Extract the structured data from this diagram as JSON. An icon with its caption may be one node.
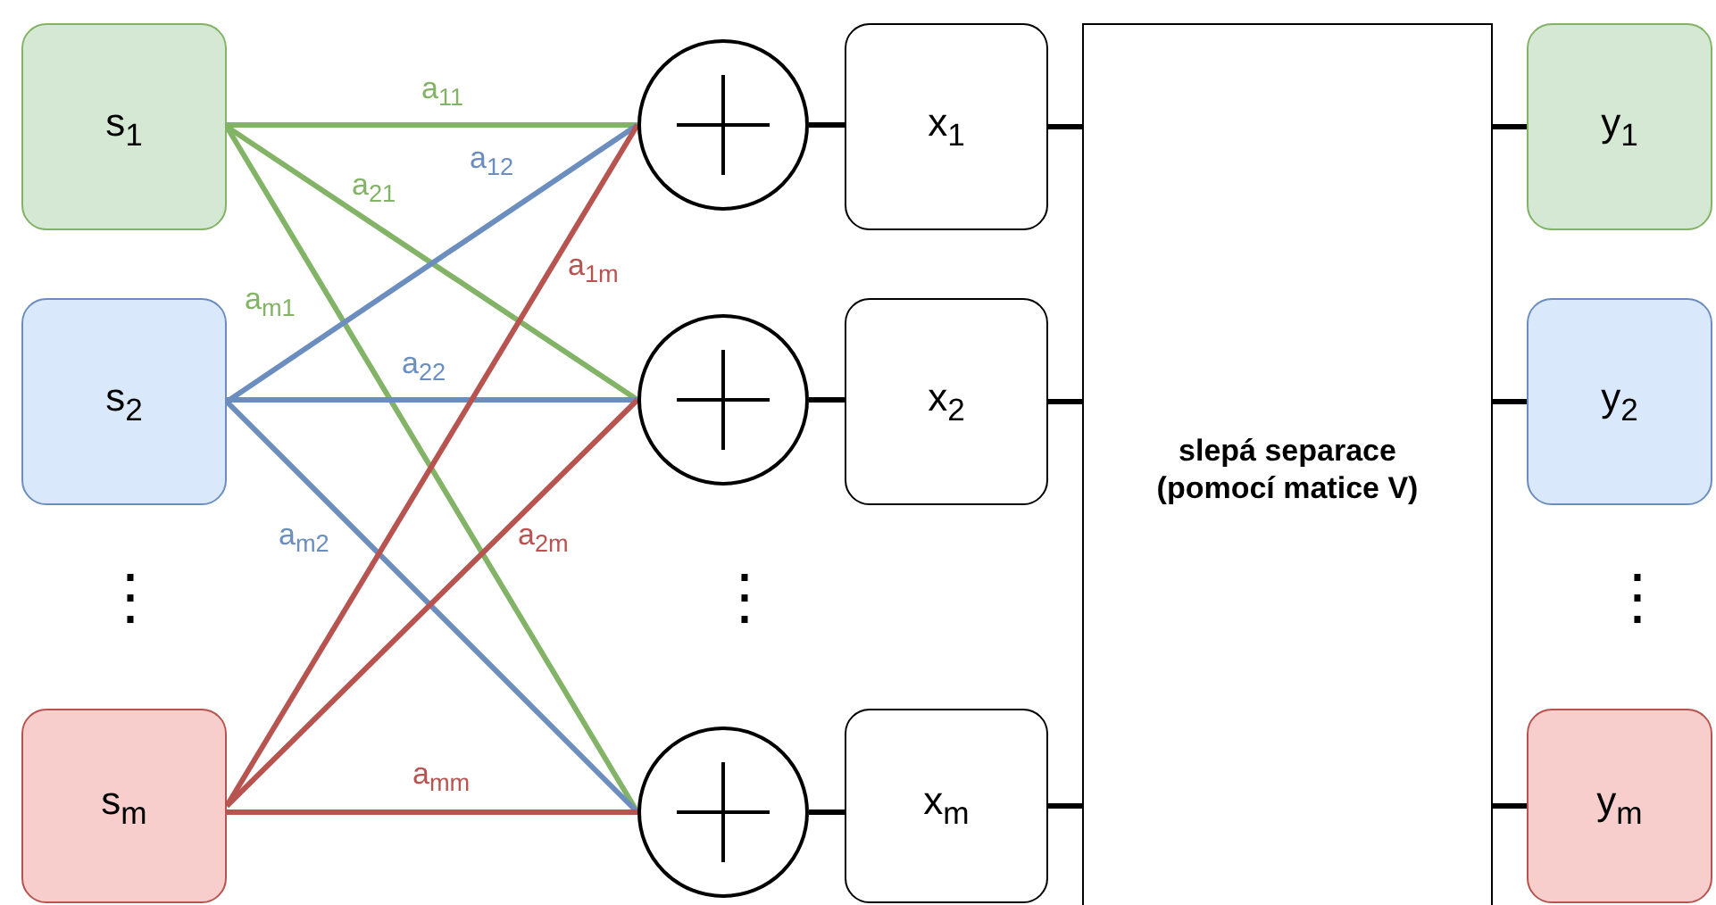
{
  "diagram": {
    "nodes": [
      {
        "text": [
          "s$_{1}$"
        ]
      },
      {
        "text": [
          "s$_{2}$"
        ]
      },
      {
        "text": [
          "s$_{m}$"
        ]
      },
      {
        "text": [],
        "shape": "circle"
      },
      {
        "text": [],
        "shape": "circle"
      },
      {
        "text": [],
        "shape": "circle"
      },
      {
        "text": [
          "x$_{1}$"
        ]
      },
      {
        "text": [
          "x$_{2}$"
        ]
      },
      {
        "text": [
          "x$_{m}$"
        ]
      },
      {
        "text": [
          "slepá separace (pomocí matice V)"
        ]
      },
      {
        "text": [
          "y$_{1}$"
        ]
      },
      {
        "text": [
          "y$_{2}$"
        ]
      },
      {
        "text": [
          "y$_{m}$"
        ]
      }
    ],
    "edges": [
      {
        "from": 0,
        "to": 3,
        "arrow": "none",
        "label": "a$_{11}$",
        "color": "#82b366"
      },
      {
        "from": 0,
        "to": 4,
        "arrow": "none",
        "label": "a$_{21}$",
        "color": "#82b366"
      },
      {
        "from": 0,
        "to": 5,
        "arrow": "none",
        "label": "a$_{m1}$",
        "color": "#82b366"
      },
      {
        "from": 1,
        "to": 3,
        "arrow": "none",
        "label": "a$_{12}$",
        "color": "#6c8ebf"
      },
      {
        "from": 1,
        "to": 4,
        "arrow": "none",
        "label": "a$_{22}$",
        "color": "#6c8ebf"
      },
      {
        "from": 1,
        "to": 5,
        "arrow": "none",
        "label": "a$_{m2}$",
        "color": "#6c8ebf"
      },
      {
        "from": 2,
        "to": 3,
        "arrow": "none",
        "label": "a$_{1m}$",
        "color": "#b85450"
      },
      {
        "from": 2,
        "to": 4,
        "arrow": "none",
        "label": "a$_{2m}$",
        "color": "#b85450"
      },
      {
        "from": 2,
        "to": 5,
        "arrow": "none",
        "label": "a$_{mm}$",
        "color": "#b85450"
      },
      {
        "from": 3,
        "to": 6,
        "arrow": "none"
      },
      {
        "from": 4,
        "to": 7,
        "arrow": "none"
      },
      {
        "from": 5,
        "to": 8,
        "arrow": "none"
      },
      {
        "from": 6,
        "to": 9,
        "arrow": "none"
      },
      {
        "from": 7,
        "to": 9,
        "arrow": "none"
      },
      {
        "from": 8,
        "to": 9,
        "arrow": "none"
      },
      {
        "from": 9,
        "to": 10,
        "arrow": "none"
      },
      {
        "from": 9,
        "to": 11,
        "arrow": "none"
      },
      {
        "from": 9,
        "to": 12,
        "arrow": "none"
      }
    ],
    "labels": [
      "⋮",
      "⋮",
      "⋮"
    ]
  }
}
